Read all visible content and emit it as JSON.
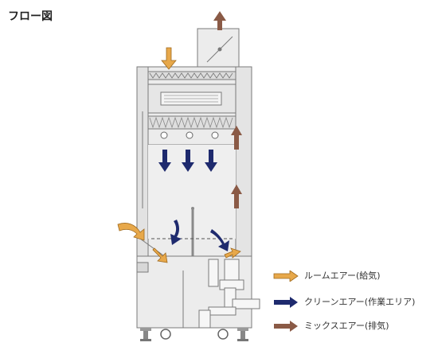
{
  "title": "フロー図",
  "colors": {
    "room_air": "#e7a84a",
    "clean_air": "#1e2a6e",
    "mix_air": "#8a5a46",
    "cabinet_fill": "#ececec",
    "cabinet_stroke": "#7a7a7a"
  },
  "legend": [
    {
      "label": "ルームエアー(給気)",
      "color": "#e7a84a"
    },
    {
      "label": "クリーンエアー(作業エリア)",
      "color": "#1e2a6e"
    },
    {
      "label": "ミックスエアー(排気)",
      "color": "#8a5a46"
    }
  ]
}
